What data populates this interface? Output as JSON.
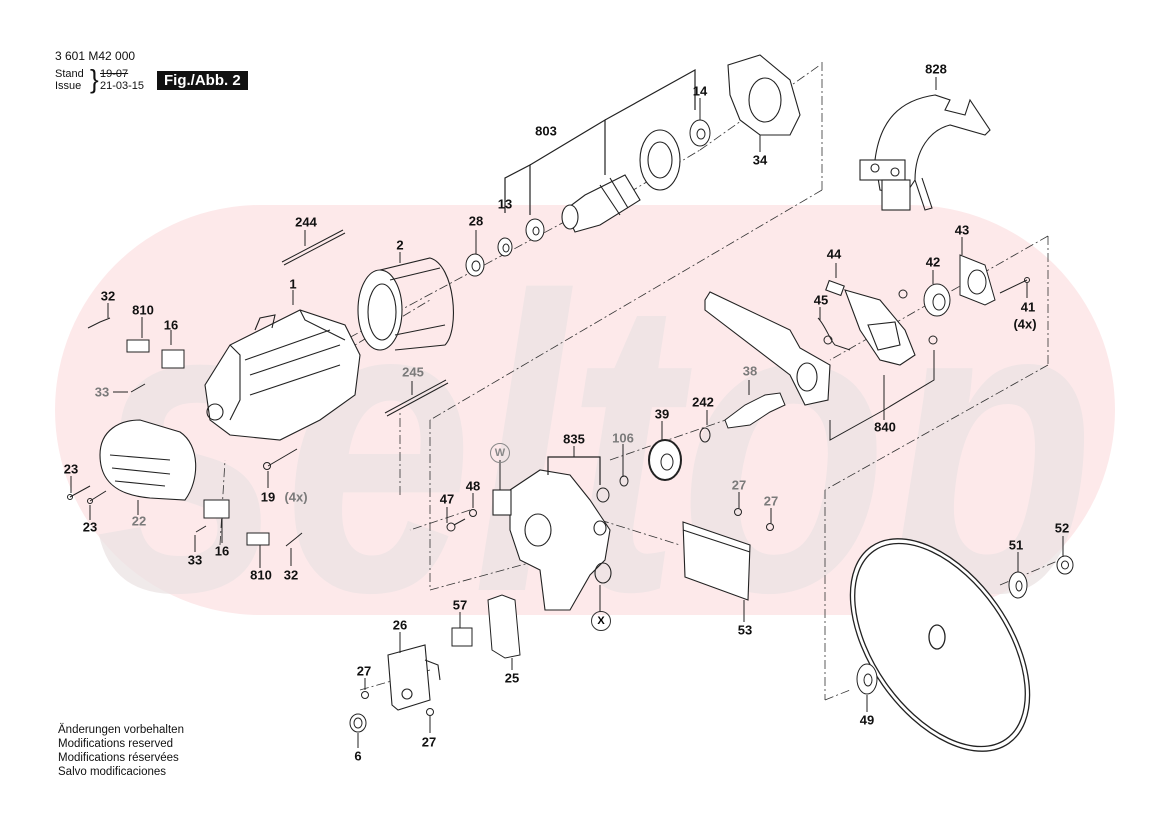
{
  "header": {
    "part_number": "3 601 M42 000",
    "stand_label": "Stand",
    "issue_label": "Issue",
    "stand_date_struck": "19-07",
    "issue_date": "21-03-15",
    "figure_label": "Fig./Abb. 2"
  },
  "notes": [
    "Änderungen vorbehalten",
    "Modifications reserved",
    "Modifications réservées",
    "Salvo modificaciones"
  ],
  "watermark": {
    "text": "seltop",
    "oval_color": "#fde9ea",
    "letter_color": "#ece3e4"
  },
  "callouts": [
    {
      "id": "c1",
      "text": "1"
    },
    {
      "id": "c2",
      "text": "2"
    },
    {
      "id": "c6",
      "text": "6"
    },
    {
      "id": "c13a",
      "text": "13"
    },
    {
      "id": "c14",
      "text": "14"
    },
    {
      "id": "c16a",
      "text": "16"
    },
    {
      "id": "c16b",
      "text": "16"
    },
    {
      "id": "c19",
      "text": "19"
    },
    {
      "id": "c19x",
      "text": "(4x)"
    },
    {
      "id": "c22",
      "text": "22"
    },
    {
      "id": "c23a",
      "text": "23"
    },
    {
      "id": "c23b",
      "text": "23"
    },
    {
      "id": "c25",
      "text": "25"
    },
    {
      "id": "c26",
      "text": "26"
    },
    {
      "id": "c27a",
      "text": "27"
    },
    {
      "id": "c27b",
      "text": "27"
    },
    {
      "id": "c27c",
      "text": "27"
    },
    {
      "id": "c27d",
      "text": "27"
    },
    {
      "id": "c28",
      "text": "28"
    },
    {
      "id": "c32a",
      "text": "32"
    },
    {
      "id": "c32b",
      "text": "32"
    },
    {
      "id": "c33a",
      "text": "33"
    },
    {
      "id": "c33b",
      "text": "33"
    },
    {
      "id": "c34",
      "text": "34"
    },
    {
      "id": "c38",
      "text": "38"
    },
    {
      "id": "c39",
      "text": "39"
    },
    {
      "id": "c41",
      "text": "41"
    },
    {
      "id": "c41x",
      "text": "(4x)"
    },
    {
      "id": "c42",
      "text": "42"
    },
    {
      "id": "c43",
      "text": "43"
    },
    {
      "id": "c44",
      "text": "44"
    },
    {
      "id": "c45",
      "text": "45"
    },
    {
      "id": "c47",
      "text": "47"
    },
    {
      "id": "c48",
      "text": "48"
    },
    {
      "id": "c49",
      "text": "49"
    },
    {
      "id": "c51",
      "text": "51"
    },
    {
      "id": "c52",
      "text": "52"
    },
    {
      "id": "c53",
      "text": "53"
    },
    {
      "id": "c57",
      "text": "57"
    },
    {
      "id": "c106",
      "text": "106"
    },
    {
      "id": "c242",
      "text": "242"
    },
    {
      "id": "c244",
      "text": "244"
    },
    {
      "id": "c245",
      "text": "245"
    },
    {
      "id": "c803",
      "text": "803"
    },
    {
      "id": "c810a",
      "text": "810"
    },
    {
      "id": "c810b",
      "text": "810"
    },
    {
      "id": "c828",
      "text": "828"
    },
    {
      "id": "c835",
      "text": "835"
    },
    {
      "id": "c840",
      "text": "840"
    }
  ],
  "markers": {
    "w": "W",
    "x": "X"
  }
}
